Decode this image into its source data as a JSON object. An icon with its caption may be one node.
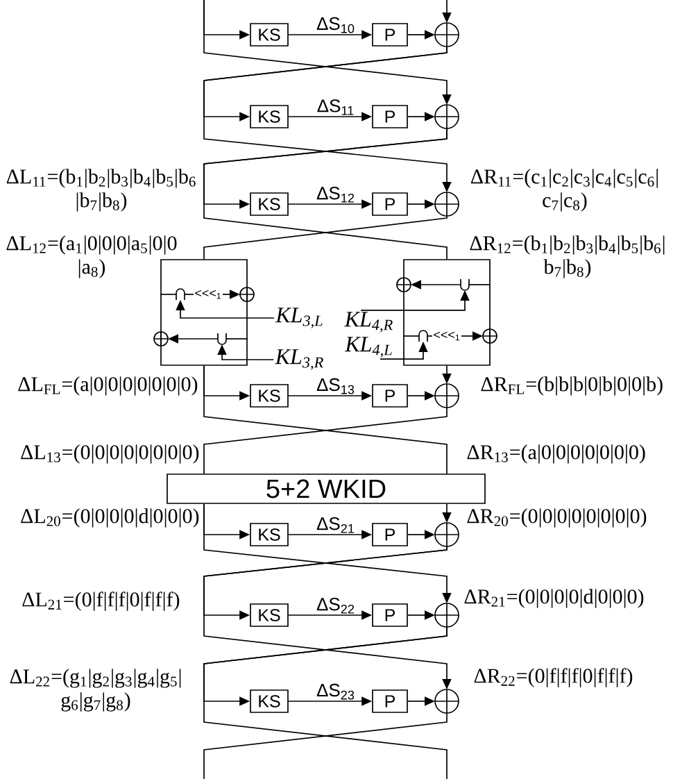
{
  "diagram": {
    "nodes": [
      {
        "text": [
          "KS"
        ]
      },
      {
        "text": [
          "P"
        ]
      },
      {
        "text": [],
        "shape": "circle"
      },
      {
        "text": [
          "KS"
        ]
      },
      {
        "text": [
          "P"
        ]
      },
      {
        "text": [],
        "shape": "circle"
      },
      {
        "text": [
          "KS"
        ]
      },
      {
        "text": [
          "P"
        ]
      },
      {
        "text": [],
        "shape": "circle"
      },
      {
        "text": [],
        "shape": "box"
      },
      {
        "text": [],
        "shape": "arch",
        "in": 9
      },
      {
        "text": [
          "<<<$_{1}$"
        ],
        "in": 9
      },
      {
        "text": [],
        "shape": "circle"
      },
      {
        "text": [],
        "shape": "cup",
        "in": 9
      },
      {
        "text": [],
        "shape": "circle"
      },
      {
        "text": [],
        "shape": "box"
      },
      {
        "text": [],
        "shape": "cup",
        "in": 15
      },
      {
        "text": [],
        "shape": "circle"
      },
      {
        "text": [],
        "shape": "arch",
        "in": 15
      },
      {
        "text": [
          "<<<$_{1}$"
        ],
        "in": 15
      },
      {
        "text": [],
        "shape": "circle"
      },
      {
        "text": [
          "KL$_{3,L}$"
        ]
      },
      {
        "text": [
          "KL$_{4,R}$"
        ]
      },
      {
        "text": [
          "KL$_{3,R}$"
        ]
      },
      {
        "text": [
          "KL$_{4,L}$"
        ]
      },
      {
        "text": [
          "KS"
        ]
      },
      {
        "text": [
          "P"
        ]
      },
      {
        "text": [],
        "shape": "circle"
      },
      {
        "text": [
          "5+2 WKID"
        ]
      },
      {
        "text": [
          "KS"
        ]
      },
      {
        "text": [
          "P"
        ]
      },
      {
        "text": [],
        "shape": "circle"
      },
      {
        "text": [
          "KS"
        ]
      },
      {
        "text": [
          "P"
        ]
      },
      {
        "text": [],
        "shape": "circle"
      },
      {
        "text": [
          "KS"
        ]
      },
      {
        "text": [
          "P"
        ]
      },
      {
        "text": [],
        "shape": "circle"
      }
    ],
    "edges": [
      {
        "from": null,
        "to": 2,
        "arrow": "to"
      },
      {
        "from": null,
        "to": 0,
        "arrow": "to"
      },
      {
        "from": null,
        "to": 5,
        "arrow": "to"
      },
      {
        "from": 0,
        "to": 1,
        "arrow": "to",
        "label": "ΔS$_{10}$"
      },
      {
        "from": 1,
        "to": 2,
        "arrow": "to"
      },
      {
        "from": 2,
        "to": 3,
        "arrow": "to"
      },
      {
        "from": 2,
        "to": 8,
        "arrow": "to"
      },
      {
        "from": 3,
        "to": 4,
        "arrow": "to",
        "label": "ΔS$_{11}$"
      },
      {
        "from": 4,
        "to": 5,
        "arrow": "to"
      },
      {
        "from": 5,
        "to": 6,
        "arrow": "to"
      },
      {
        "from": 5,
        "to": 15,
        "arrow": "none"
      },
      {
        "from": 6,
        "to": 7,
        "arrow": "to",
        "label": "ΔS$_{12}$"
      },
      {
        "from": 7,
        "to": 8,
        "arrow": "to"
      },
      {
        "from": 8,
        "to": 9,
        "arrow": "none"
      },
      {
        "from": 9,
        "to": 10,
        "arrow": "none"
      },
      {
        "from": 10,
        "to": 11,
        "arrow": "none"
      },
      {
        "from": 11,
        "to": 12,
        "arrow": "to"
      },
      {
        "from": 21,
        "to": 10,
        "arrow": "to"
      },
      {
        "from": 9,
        "to": 13,
        "arrow": "none"
      },
      {
        "from": 13,
        "to": 14,
        "arrow": "to"
      },
      {
        "from": 23,
        "to": 13,
        "arrow": "to"
      },
      {
        "from": 15,
        "to": 16,
        "arrow": "none"
      },
      {
        "from": 16,
        "to": 17,
        "arrow": "to"
      },
      {
        "from": 22,
        "to": 16,
        "arrow": "to"
      },
      {
        "from": 15,
        "to": 18,
        "arrow": "none"
      },
      {
        "from": 18,
        "to": 19,
        "arrow": "none"
      },
      {
        "from": 19,
        "to": 20,
        "arrow": "to"
      },
      {
        "from": 24,
        "to": 18,
        "arrow": "to"
      },
      {
        "from": 9,
        "to": 25,
        "arrow": "to"
      },
      {
        "from": 9,
        "to": 28,
        "arrow": "none"
      },
      {
        "from": 15,
        "to": 27,
        "arrow": "to"
      },
      {
        "from": 25,
        "to": 26,
        "arrow": "to",
        "label": "ΔS$_{13}$"
      },
      {
        "from": 26,
        "to": 27,
        "arrow": "to"
      },
      {
        "from": 27,
        "to": 28,
        "arrow": "none"
      },
      {
        "from": 28,
        "to": 29,
        "arrow": "to"
      },
      {
        "from": 28,
        "to": 34,
        "arrow": "to"
      },
      {
        "from": 28,
        "to": 31,
        "arrow": "to"
      },
      {
        "from": 29,
        "to": 30,
        "arrow": "to",
        "label": "ΔS$_{21}$"
      },
      {
        "from": 30,
        "to": 31,
        "arrow": "to"
      },
      {
        "from": 31,
        "to": 32,
        "arrow": "to"
      },
      {
        "from": 31,
        "to": 37,
        "arrow": "to"
      },
      {
        "from": 32,
        "to": 33,
        "arrow": "to",
        "label": "ΔS$_{22}$"
      },
      {
        "from": 33,
        "to": 34,
        "arrow": "to"
      },
      {
        "from": 34,
        "to": 35,
        "arrow": "to"
      },
      {
        "from": 34,
        "to": null,
        "arrow": "none"
      },
      {
        "from": 35,
        "to": 36,
        "arrow": "to",
        "label": "ΔS$_{23}$"
      },
      {
        "from": 36,
        "to": 37,
        "arrow": "to"
      },
      {
        "from": 37,
        "to": null,
        "arrow": "none"
      }
    ],
    "labels": [
      "ΔL$_{11}$=(b$_{1}$|b$_{2}$|b$_{3}$|b$_{4}$|b$_{5}$|b$_{6}$ |b$_{7}$|b$_{8}$)",
      "ΔR$_{11}$=(c$_{1}$|c$_{2}$|c$_{3}$|c$_{4}$|c$_{5}$|c$_{6}$| c$_{7}$|c$_{8}$)",
      "ΔL$_{12}$=(a$_{1}$|0|0|0|a$_{5}$|0|0 |a$_{8}$)",
      "ΔR$_{12}$=(b$_{1}$|b$_{2}$|b$_{3}$|b$_{4}$|b$_{5}$|b$_{6}$| b$_{7}$|b$_{8}$)",
      "ΔL$_{FL}$=(a|0|0|0|0|0|0|0)",
      "ΔR$_{FL}$=(b|b|b|0|b|0|0|b)",
      "ΔL$_{13}$=(0|0|0|0|0|0|0|0)",
      "ΔR$_{13}$=(a|0|0|0|0|0|0|0)",
      "ΔL$_{20}$=(0|0|0|0|d|0|0|0)",
      "ΔR$_{20}$=(0|0|0|0|0|0|0|0)",
      "ΔL$_{21}$=(0|f|f|f|0|f|f|f)",
      "ΔR$_{21}$=(0|0|0|0|d|0|0|0)",
      "ΔL$_{22}$=(g$_{1}$|g$_{2}$|g$_{3}$|g$_{4}$|g$_{5}$| g$_{6}$|g$_{7}$|g$_{8}$)",
      "ΔR$_{22}$=(0|f|f|f|0|f|f|f)"
    ]
  }
}
